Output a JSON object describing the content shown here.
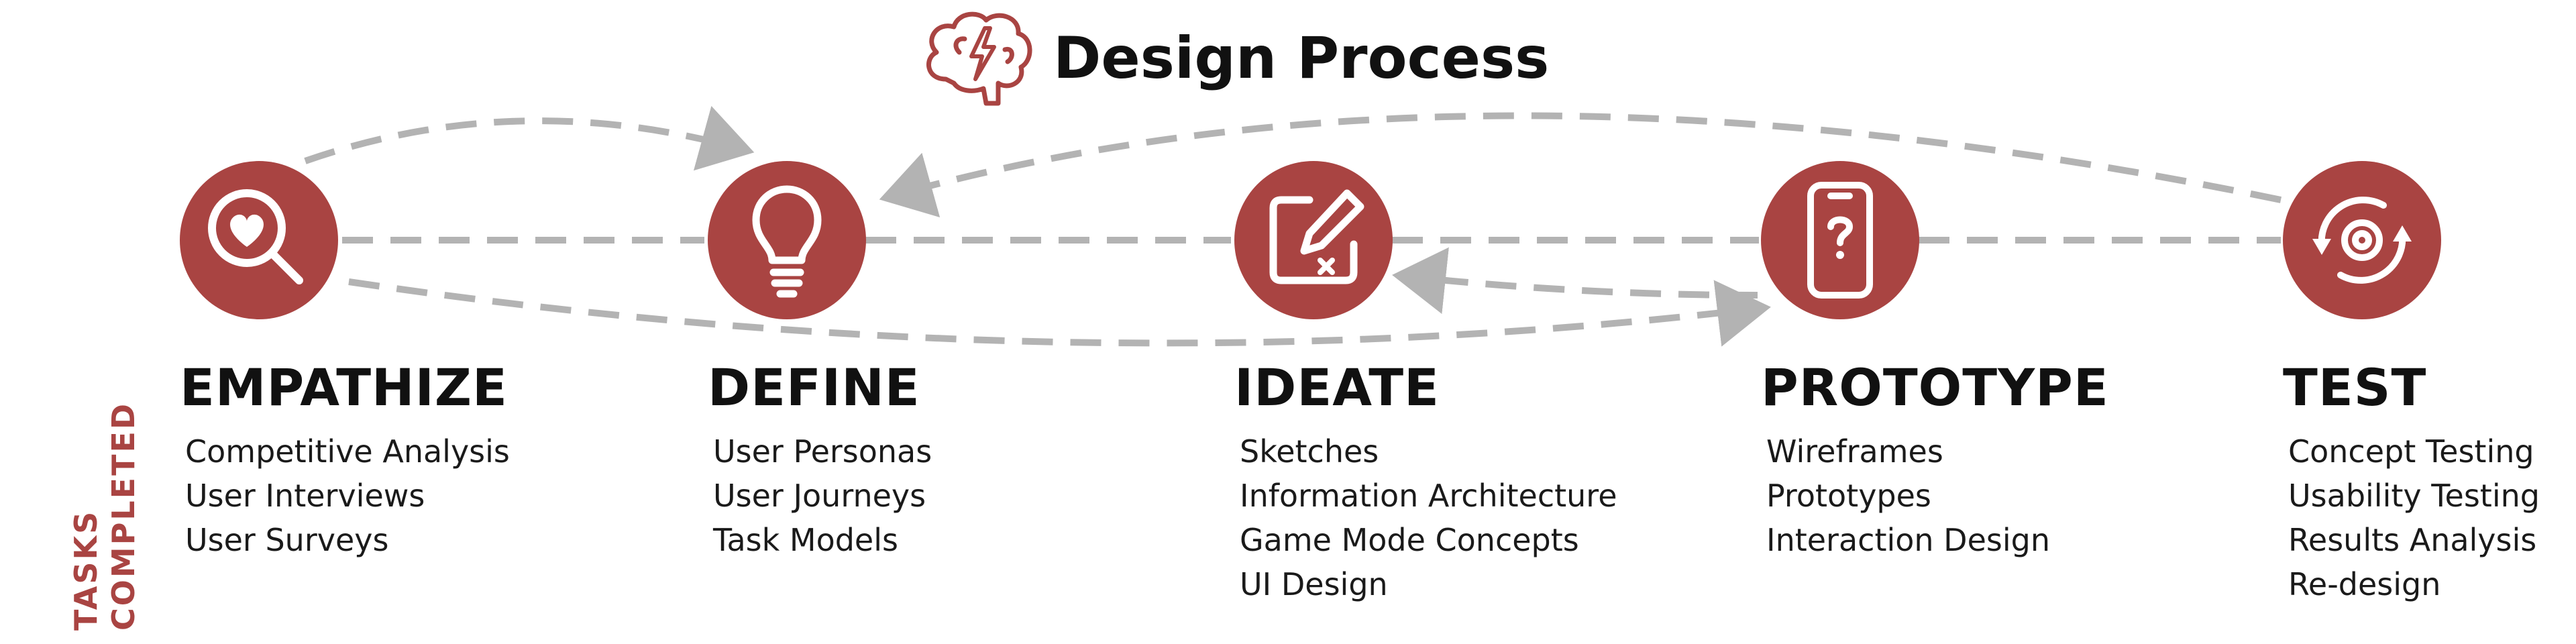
{
  "title": "Design Process",
  "side_label": {
    "line1": "TASKS",
    "line2": "COMPLETED"
  },
  "colors": {
    "accent": "#a94442",
    "connector": "#b3b3b3",
    "text": "#111111"
  },
  "stages": [
    {
      "name": "EMPATHIZE",
      "icon": "magnifier-heart-icon",
      "tasks": [
        "Competitive Analysis",
        "User Interviews",
        "User Surveys"
      ]
    },
    {
      "name": "DEFINE",
      "icon": "lightbulb-icon",
      "tasks": [
        "User Personas",
        "User Journeys",
        "Task Models"
      ]
    },
    {
      "name": "IDEATE",
      "icon": "sketch-pencil-icon",
      "tasks": [
        "Sketches",
        "Information Architecture",
        "Game Mode Concepts",
        "UI Design"
      ]
    },
    {
      "name": "PROTOTYPE",
      "icon": "phone-question-icon",
      "tasks": [
        "Wireframes",
        "Prototypes",
        "Interaction Design"
      ]
    },
    {
      "name": "TEST",
      "icon": "cycle-gear-icon",
      "tasks": [
        "Concept Testing",
        "Usability Testing",
        "Results Analysis",
        "Re-design"
      ]
    }
  ]
}
